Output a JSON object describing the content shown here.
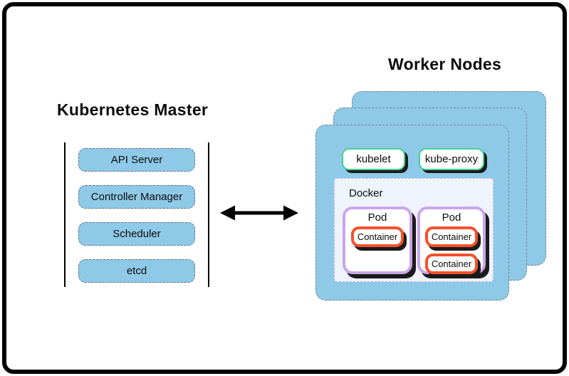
{
  "master": {
    "title": "Kubernetes Master",
    "components": [
      {
        "label": "API Server"
      },
      {
        "label": "Controller Manager"
      },
      {
        "label": "Scheduler"
      },
      {
        "label": "etcd"
      }
    ],
    "box_fill": "#8FC9E8"
  },
  "connector": {
    "type": "double-headed-arrow",
    "color": "#000000"
  },
  "workers": {
    "title": "Worker Nodes",
    "node_count": 3,
    "node_fill": "#8FC9E8",
    "services": [
      {
        "label": "kubelet"
      },
      {
        "label": "kube-proxy"
      }
    ],
    "service_border": "#45D191",
    "runtime": {
      "label": "Docker",
      "fill": "#EEF3FC",
      "pod_border": "#C9A6EB",
      "container_border": "#F4512C",
      "pods": [
        {
          "label": "Pod",
          "containers": [
            "Container"
          ]
        },
        {
          "label": "Pod",
          "containers": [
            "Container",
            "Container"
          ]
        }
      ]
    }
  }
}
